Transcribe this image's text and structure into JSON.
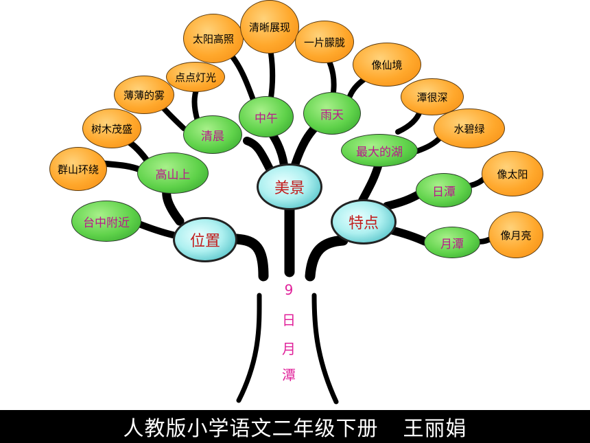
{
  "tree": {
    "root": "美景",
    "trunk_text": [
      "9",
      "日",
      "月",
      "潭"
    ],
    "branches": {
      "position": {
        "label": "位置",
        "children": [
          {
            "label": "台中附近"
          },
          {
            "label": "高山上",
            "leaves": [
              "群山环绕",
              "树木茂盛"
            ]
          }
        ]
      },
      "scenery": {
        "label": "美景",
        "children": [
          {
            "label": "清晨",
            "leaves": [
              "薄薄的雾",
              "点点灯光"
            ]
          },
          {
            "label": "中午",
            "leaves": [
              "太阳高照",
              "清晰展现"
            ]
          },
          {
            "label": "雨天",
            "leaves": [
              "一片朦胧",
              "像仙境"
            ]
          }
        ]
      },
      "features": {
        "label": "特点",
        "children": [
          {
            "label": "最大的湖",
            "leaves": [
              "潭很深",
              "水碧绿"
            ]
          },
          {
            "label": "日潭",
            "leaves": [
              "像太阳"
            ]
          },
          {
            "label": "月潭",
            "leaves": [
              "像月亮"
            ]
          }
        ]
      }
    }
  },
  "footer": {
    "book": "人教版小学语文二年级下册",
    "author": "王丽娟"
  }
}
